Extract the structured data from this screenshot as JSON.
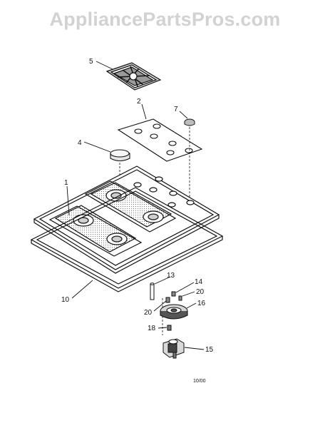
{
  "watermark": "AppliancePartsPros.com",
  "revision_code": "10/00",
  "callouts": {
    "c1": "1",
    "c2": "2",
    "c4": "4",
    "c5": "5",
    "c7": "7",
    "c10": "10",
    "c13": "13",
    "c14": "14",
    "c15": "15",
    "c16": "16",
    "c18": "18",
    "c20a": "20",
    "c20b": "20"
  },
  "colors": {
    "line": "#111111",
    "watermark": "#d2d2d2"
  }
}
